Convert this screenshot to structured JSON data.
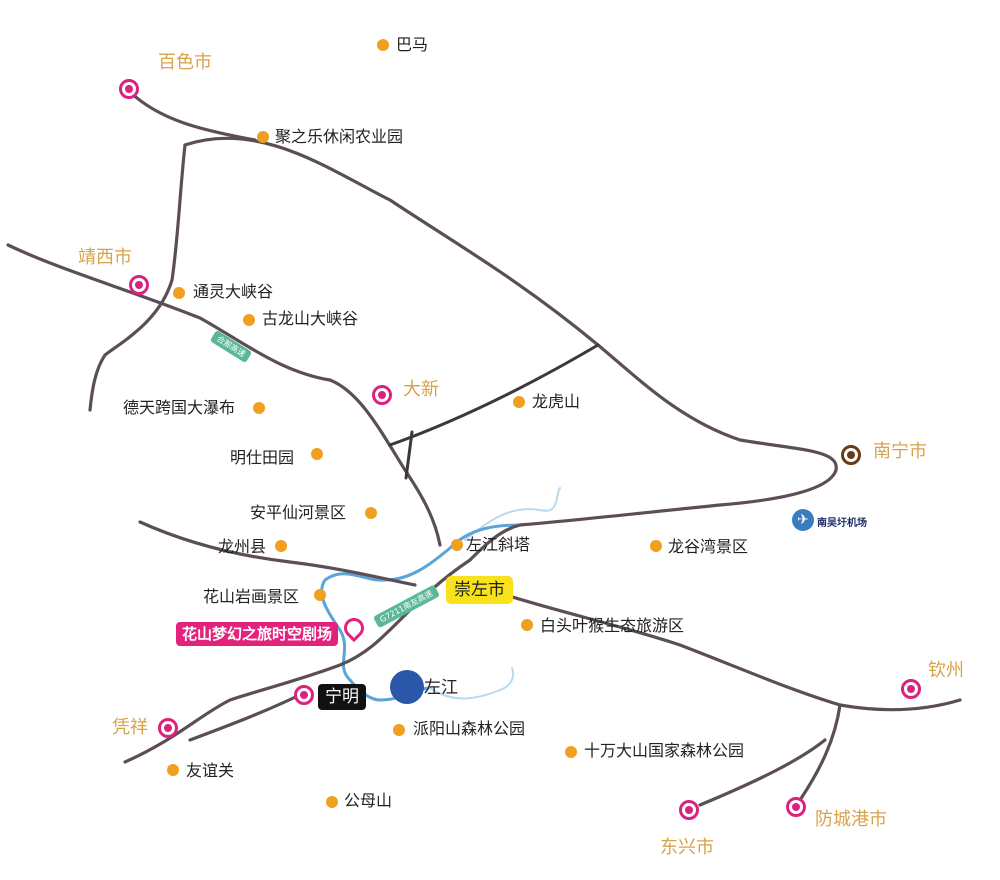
{
  "cities": {
    "baise": "百色市",
    "jingxi": "靖西市",
    "daxin": "大新",
    "nanning": "南宁市",
    "chongzuo": "崇左市",
    "ningming": "宁明",
    "pingxiang": "凭祥",
    "qinzhou": "钦州",
    "dongxing": "东兴市",
    "fangchenggang": "防城港市",
    "zuojiang": "左江"
  },
  "spots": {
    "bama": "巴马",
    "juzhile": "聚之乐休闲农业园",
    "tongling": "通灵大峡谷",
    "gulongshan": "古龙山大峡谷",
    "detian": "德天跨国大瀑布",
    "longhushan": "龙虎山",
    "mingshi": "明仕田园",
    "anping": "安平仙河景区",
    "longzhou": "龙州县",
    "zuojiang_tower": "左江斜塔",
    "longguwan": "龙谷湾景区",
    "huashan": "花山岩画景区",
    "baitou": "白头叶猴生态旅游区",
    "paiyang": "派阳山森林公园",
    "shiwan": "十万大山国家森林公园",
    "youyiguan": "友谊关",
    "gongmu": "公母山"
  },
  "featured": {
    "theater": "花山梦幻之旅时空剧场"
  },
  "highways": {
    "hena": "合那高速",
    "g7211": "G7211南友高速"
  },
  "airport": {
    "label": "南吴圩机场",
    "icon": "airplane-icon"
  },
  "colors": {
    "city_label": "#d8a24a",
    "city_ring": "#d9237f",
    "capital_ring": "#6a3b17",
    "spot": "#f0a01e",
    "road": "#5b4e55",
    "river": "#5aa4d6",
    "highway_badge": "#5ab79a",
    "chongzuo_box": "#f7e21b",
    "theater_box": "#e2227d"
  }
}
